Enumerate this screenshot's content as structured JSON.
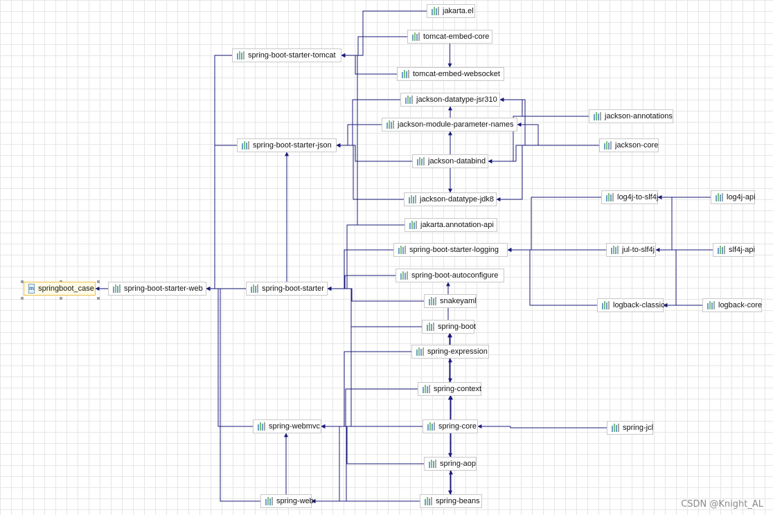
{
  "diagram": {
    "root": "springboot_case",
    "nodes": {
      "jakarta_el": "jakarta.el",
      "tomcat_core": "tomcat-embed-core",
      "starter_tomcat": "spring-boot-starter-tomcat",
      "tomcat_ws": "tomcat-embed-websocket",
      "jsr310": "jackson-datatype-jsr310",
      "annotations": "jackson-annotations",
      "param_names": "jackson-module-parameter-names",
      "starter_json": "spring-boot-starter-json",
      "jackson_core": "jackson-core",
      "databind": "jackson-databind",
      "jdk8": "jackson-datatype-jdk8",
      "log4j_to_slf4j": "log4j-to-slf4j",
      "log4j_api": "log4j-api",
      "annotation_api": "jakarta.annotation-api",
      "starter_logging": "spring-boot-starter-logging",
      "jul_to_slf4j": "jul-to-slf4j",
      "slf4j_api": "slf4j-api",
      "starter_web": "spring-boot-starter-web",
      "starter": "spring-boot-starter",
      "autoconfigure": "spring-boot-autoconfigure",
      "snakeyaml": "snakeyaml",
      "logback_classic": "logback-classic",
      "logback_core": "logback-core",
      "spring_boot": "spring-boot",
      "expression": "spring-expression",
      "context": "spring-context",
      "webmvc": "spring-webmvc",
      "spring_core": "spring-core",
      "jcl": "spring-jcl",
      "aop": "spring-aop",
      "web": "spring-web",
      "beans": "spring-beans"
    },
    "edges": [
      [
        "starter_web",
        "root"
      ],
      [
        "starter_tomcat",
        "starter_web"
      ],
      [
        "starter_json",
        "starter_web"
      ],
      [
        "starter",
        "starter_web"
      ],
      [
        "webmvc",
        "starter_web"
      ],
      [
        "web",
        "starter_web"
      ],
      [
        "jakarta_el",
        "starter_tomcat"
      ],
      [
        "tomcat_core",
        "starter_tomcat"
      ],
      [
        "tomcat_ws",
        "starter_tomcat"
      ],
      [
        "annotation_api",
        "starter_tomcat"
      ],
      [
        "tomcat_core",
        "tomcat_ws"
      ],
      [
        "starter",
        "starter_json"
      ],
      [
        "jsr310",
        "starter_json"
      ],
      [
        "param_names",
        "starter_json"
      ],
      [
        "databind",
        "starter_json"
      ],
      [
        "jdk8",
        "starter_json"
      ],
      [
        "annotations",
        "jsr310"
      ],
      [
        "jackson_core",
        "jsr310"
      ],
      [
        "databind",
        "jsr310"
      ],
      [
        "databind",
        "param_names"
      ],
      [
        "jackson_core",
        "param_names"
      ],
      [
        "databind",
        "jdk8"
      ],
      [
        "jackson_core",
        "jdk8"
      ],
      [
        "annotations",
        "databind"
      ],
      [
        "jackson_core",
        "databind"
      ],
      [
        "annotation_api",
        "starter"
      ],
      [
        "starter_logging",
        "starter"
      ],
      [
        "autoconfigure",
        "starter"
      ],
      [
        "snakeyaml",
        "starter"
      ],
      [
        "spring_boot",
        "starter"
      ],
      [
        "spring_core",
        "starter"
      ],
      [
        "spring_boot",
        "autoconfigure"
      ],
      [
        "log4j_to_slf4j",
        "starter_logging"
      ],
      [
        "jul_to_slf4j",
        "starter_logging"
      ],
      [
        "logback_classic",
        "starter_logging"
      ],
      [
        "log4j_api",
        "log4j_to_slf4j"
      ],
      [
        "slf4j_api",
        "log4j_to_slf4j"
      ],
      [
        "slf4j_api",
        "jul_to_slf4j"
      ],
      [
        "slf4j_api",
        "logback_classic"
      ],
      [
        "logback_core",
        "logback_classic"
      ],
      [
        "context",
        "spring_boot"
      ],
      [
        "spring_core",
        "spring_boot"
      ],
      [
        "spring_core",
        "expression"
      ],
      [
        "expression",
        "context"
      ],
      [
        "spring_core",
        "context"
      ],
      [
        "aop",
        "context"
      ],
      [
        "beans",
        "context"
      ],
      [
        "context",
        "webmvc"
      ],
      [
        "spring_core",
        "webmvc"
      ],
      [
        "web",
        "webmvc"
      ],
      [
        "aop",
        "webmvc"
      ],
      [
        "beans",
        "webmvc"
      ],
      [
        "expression",
        "webmvc"
      ],
      [
        "jcl",
        "spring_core"
      ],
      [
        "spring_core",
        "aop"
      ],
      [
        "beans",
        "aop"
      ],
      [
        "spring_core",
        "beans"
      ],
      [
        "spring_core",
        "web"
      ],
      [
        "beans",
        "web"
      ]
    ]
  },
  "watermark": "CSDN @Knight_AL",
  "colors": {
    "edge": "#1a1a7a",
    "grid": "#e6e6e6",
    "root_border": "#e8c04a"
  }
}
